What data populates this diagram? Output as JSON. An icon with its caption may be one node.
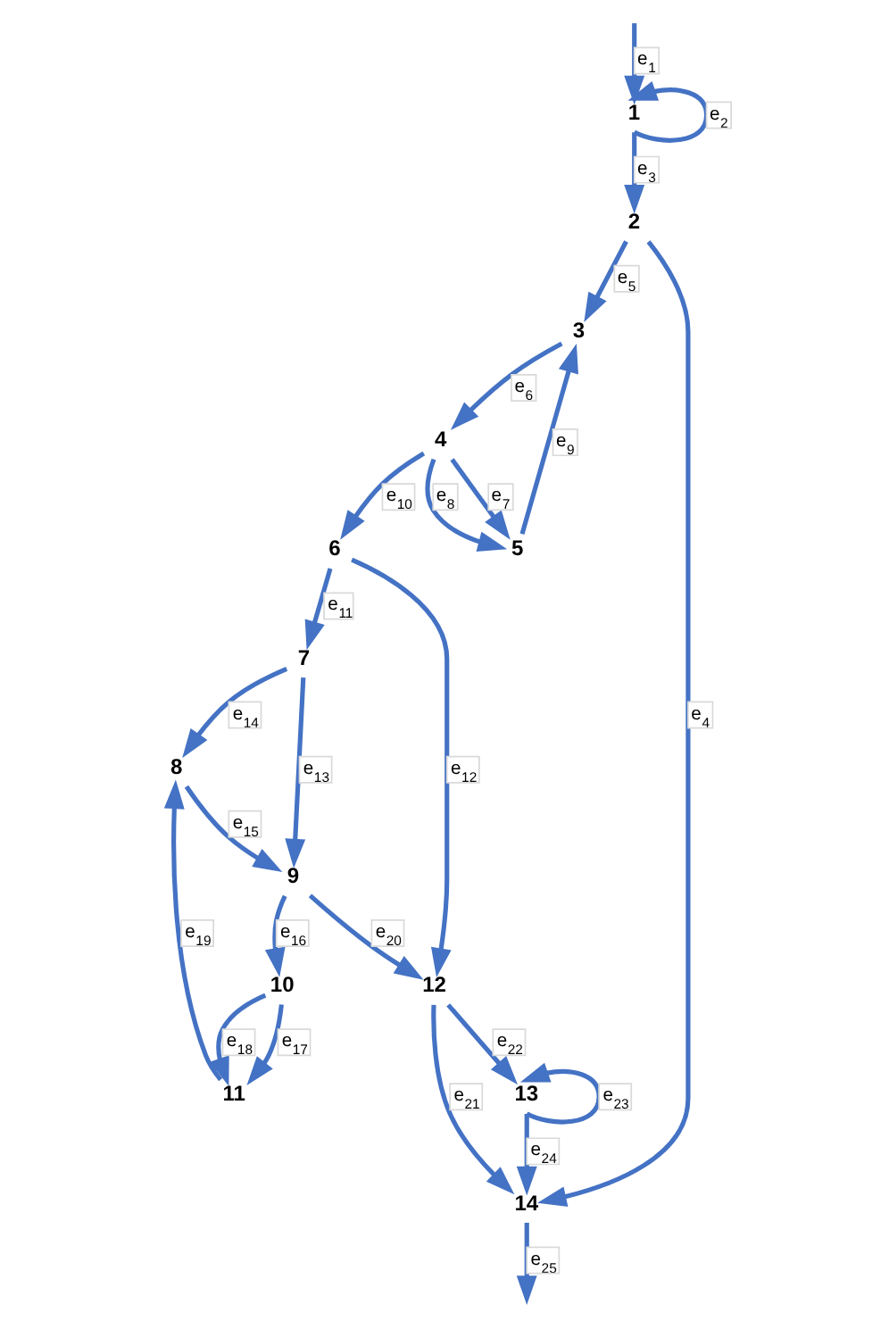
{
  "diagram": {
    "nodes": [
      {
        "text": [
          "1"
        ]
      },
      {
        "text": [
          "2"
        ]
      },
      {
        "text": [
          "3"
        ]
      },
      {
        "text": [
          "4"
        ]
      },
      {
        "text": [
          "5"
        ]
      },
      {
        "text": [
          "6"
        ]
      },
      {
        "text": [
          "7"
        ]
      },
      {
        "text": [
          "8"
        ]
      },
      {
        "text": [
          "9"
        ]
      },
      {
        "text": [
          "10"
        ]
      },
      {
        "text": [
          "11"
        ]
      },
      {
        "text": [
          "12"
        ]
      },
      {
        "text": [
          "13"
        ]
      },
      {
        "text": [
          "14"
        ]
      }
    ],
    "edges": [
      {
        "from": null,
        "to": 0,
        "arrow": "to",
        "label": "e$_{1}$"
      },
      {
        "from": 0,
        "to": 0,
        "arrow": "to",
        "label": "e$_{2}$"
      },
      {
        "from": 0,
        "to": 1,
        "arrow": "to",
        "label": "e$_{3}$"
      },
      {
        "from": 1,
        "to": 13,
        "arrow": "to",
        "label": "e$_{4}$"
      },
      {
        "from": 1,
        "to": 2,
        "arrow": "to",
        "label": "e$_{5}$"
      },
      {
        "from": 2,
        "to": 3,
        "arrow": "to",
        "label": "e$_{6}$"
      },
      {
        "from": 3,
        "to": 4,
        "arrow": "to",
        "label": "e$_{7}$"
      },
      {
        "from": 3,
        "to": 4,
        "arrow": "to",
        "label": "e$_{8}$"
      },
      {
        "from": 4,
        "to": 2,
        "arrow": "to",
        "label": "e$_{9}$"
      },
      {
        "from": 3,
        "to": 5,
        "arrow": "to",
        "label": "e$_{10}$"
      },
      {
        "from": 5,
        "to": 6,
        "arrow": "to",
        "label": "e$_{11}$"
      },
      {
        "from": 5,
        "to": 11,
        "arrow": "to",
        "label": "e$_{12}$"
      },
      {
        "from": 6,
        "to": 8,
        "arrow": "to",
        "label": "e$_{13}$"
      },
      {
        "from": 6,
        "to": 7,
        "arrow": "to",
        "label": "e$_{14}$"
      },
      {
        "from": 7,
        "to": 8,
        "arrow": "to",
        "label": "e$_{15}$"
      },
      {
        "from": 8,
        "to": 9,
        "arrow": "to",
        "label": "e$_{16}$"
      },
      {
        "from": 9,
        "to": 10,
        "arrow": "to",
        "label": "e$_{17}$"
      },
      {
        "from": 9,
        "to": 10,
        "arrow": "to",
        "label": "e$_{18}$"
      },
      {
        "from": 10,
        "to": 7,
        "arrow": "to",
        "label": "e$_{19}$"
      },
      {
        "from": 8,
        "to": 11,
        "arrow": "to",
        "label": "e$_{20}$"
      },
      {
        "from": 11,
        "to": 13,
        "arrow": "to",
        "label": "e$_{21}$"
      },
      {
        "from": 11,
        "to": 12,
        "arrow": "to",
        "label": "e$_{22}$"
      },
      {
        "from": 12,
        "to": 12,
        "arrow": "to",
        "label": "e$_{23}$"
      },
      {
        "from": 12,
        "to": 13,
        "arrow": "to",
        "label": "e$_{24}$"
      },
      {
        "from": 13,
        "to": null,
        "arrow": "to",
        "label": "e$_{25}$"
      }
    ]
  }
}
